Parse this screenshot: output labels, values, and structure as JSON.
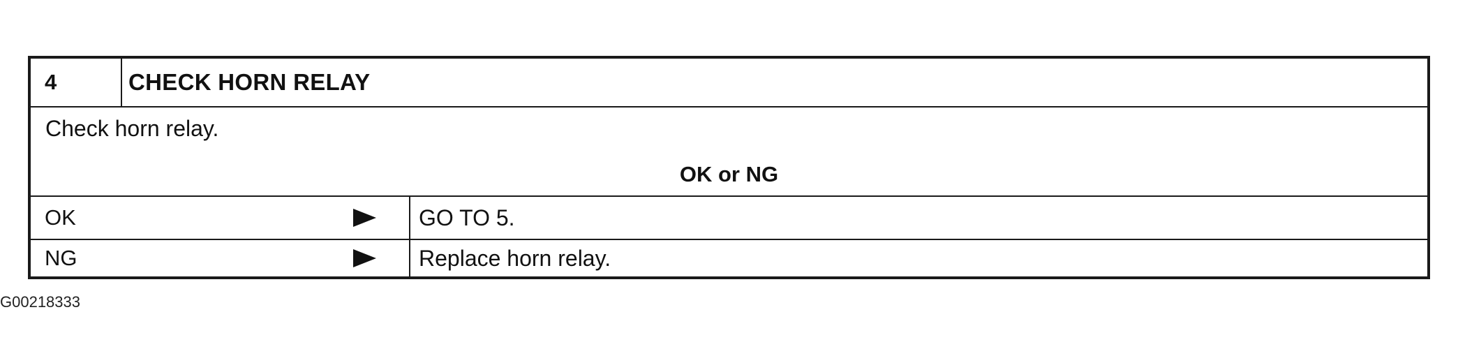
{
  "step": {
    "number": "4",
    "title": "CHECK HORN RELAY"
  },
  "instruction": "Check horn relay.",
  "result_heading": "OK or NG",
  "results": [
    {
      "label": "OK",
      "arrow_icon": "right-triangle-arrow",
      "action": "GO TO 5."
    },
    {
      "label": "NG",
      "arrow_icon": "right-triangle-arrow",
      "action": "Replace horn relay."
    }
  ],
  "figure_id": "G00218333"
}
